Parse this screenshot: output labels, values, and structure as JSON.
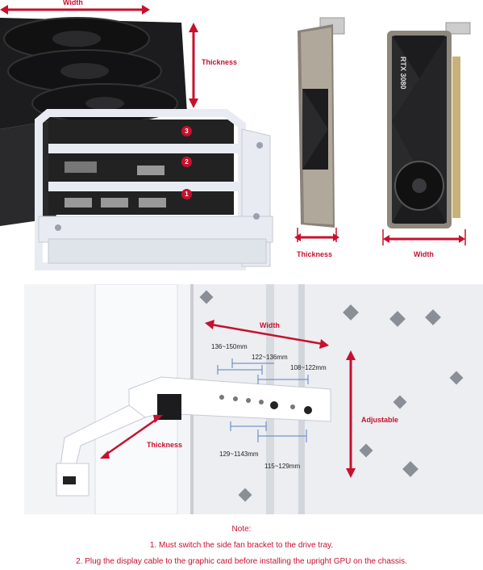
{
  "top_left": {
    "width_label": "Width",
    "thickness_label": "Thickness",
    "slot_numbers": [
      "1",
      "2",
      "3"
    ]
  },
  "top_right": {
    "gpu_brand_text": "RTX 3080",
    "thickness_label": "Thickness",
    "width_label": "Width"
  },
  "bottom": {
    "width_label": "Width",
    "thickness_label": "Thickness",
    "adjustable_label": "Adjustable",
    "measurements": [
      "136~150mm",
      "122~136mm",
      "108~122mm",
      "129~1143mm",
      "115~129mm"
    ]
  },
  "notes": {
    "heading": "Note:",
    "items": [
      "1. Must switch the side fan bracket to the drive tray.",
      "2. Plug the display cable to the graphic card before installing the upright GPU on the chassis."
    ]
  },
  "colors": {
    "accent": "#c8102e",
    "bracket": "#e8ecf2",
    "gpu_dark": "#1c1c1e",
    "chassis": "#f3f4f6"
  }
}
